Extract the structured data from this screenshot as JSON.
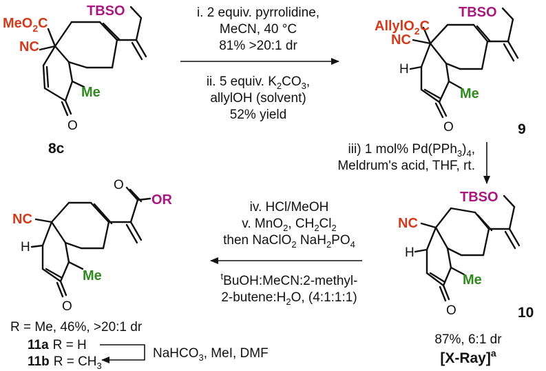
{
  "colors": {
    "red": "#d23a1c",
    "magenta": "#a8187e",
    "green": "#2f8a1e",
    "black": "#111111"
  },
  "compounds": {
    "c8c": {
      "number": "8c",
      "ester": "MeO",
      "ester_sub": "2",
      "ester_tail": "C",
      "nitrile": "NC",
      "silyl": "TBSO",
      "methyl": "Me",
      "oxygen": "O"
    },
    "c9": {
      "number": "9",
      "ester": "AllylO",
      "ester_sub": "2",
      "ester_tail": "C",
      "nitrile": "NC",
      "silyl": "TBSO",
      "methyl": "Me",
      "hydrogen": "H",
      "oxygen": "O"
    },
    "c10": {
      "number": "10",
      "nitrile": "NC",
      "silyl": "TBSO",
      "methyl": "Me",
      "hydrogen": "H",
      "oxygen": "O",
      "yield_note": "87%, 6:1 dr",
      "xray": "[X-Ray]",
      "xray_sup": "a"
    },
    "c11": {
      "nitrile": "NC",
      "methyl": "Me",
      "hydrogen": "H",
      "oxygen": "O",
      "carbonyl_o": "O",
      "ester_r": "OR",
      "yield_note": "R = Me, 46%, >20:1 dr",
      "a_number": "11a",
      "a_sub": "R = H",
      "b_number": "11b",
      "b_sub": "R = CH",
      "b_sub_sub": "3"
    }
  },
  "steps": {
    "step1_l1": "i. 2 equiv. pyrrolidine,",
    "step1_l2": "MeCN, 40 °C",
    "step1_l3": "81% >20:1 dr",
    "step2_l1a": "ii. 5 equiv. K",
    "step2_l1sub": "2",
    "step2_l1b": "CO",
    "step2_l1sub2": "3",
    "step2_l1c": ",",
    "step2_l2": "allylOH (solvent)",
    "step2_l3": "52% yield",
    "step3_l1a": "iii) 1 mol% Pd(PPh",
    "step3_l1sub": "3",
    "step3_l1b": ")",
    "step3_l1sub2": "4",
    "step3_l1c": ",",
    "step3_l2": "Meldrum's acid, THF, rt.",
    "step4_l1": "iv. HCl/MeOH",
    "step4_l2a": "v. MnO",
    "step4_l2sub": "2",
    "step4_l2b": ", CH",
    "step4_l2sub2": "2",
    "step4_l2c": "Cl",
    "step4_l2sub3": "2",
    "step4_l3a": "then NaClO",
    "step4_l3sub": "2",
    "step4_l3b": " NaH",
    "step4_l3sub2": "2",
    "step4_l3c": "PO",
    "step4_l3sub3": "4",
    "step4_l4sup": "t",
    "step4_l4": "BuOH:MeCN:2-methyl-",
    "step4_l5": "2-butene:H",
    "step4_l5sub": "2",
    "step4_l5b": "O, (4:1:1:1)",
    "step5_a": "NaHCO",
    "step5_sub": "3",
    "step5_b": ", MeI, DMF"
  }
}
